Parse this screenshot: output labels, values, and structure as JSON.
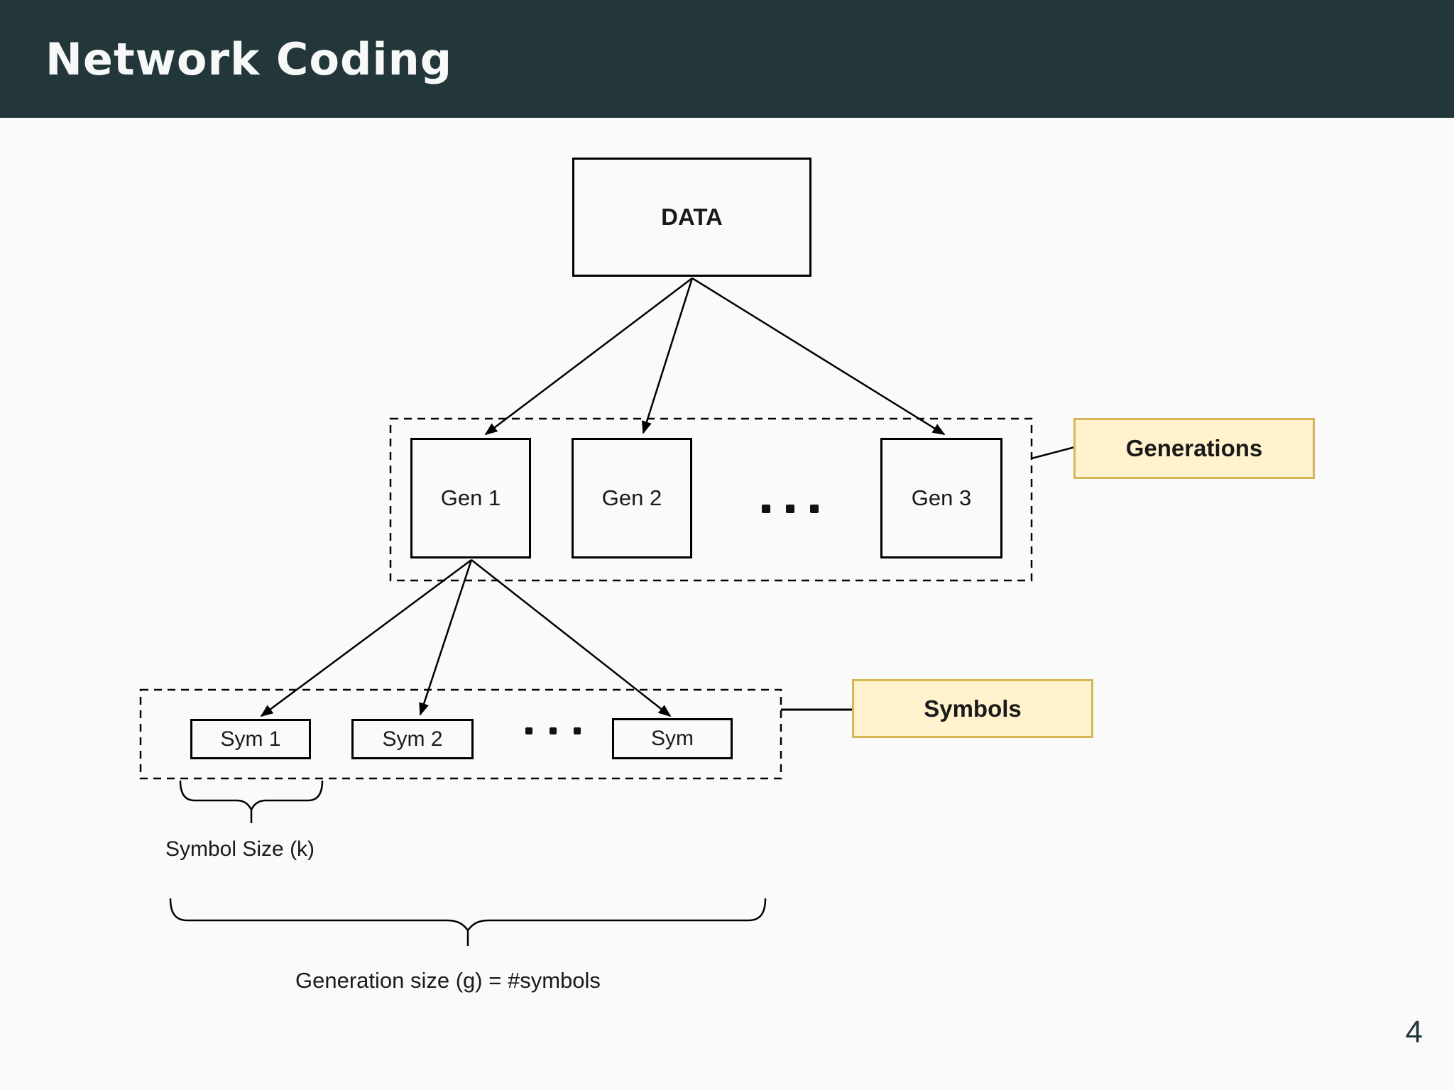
{
  "header": {
    "title": "Network Coding",
    "bg_color": "#23373b",
    "text_color": "#f7f9f9"
  },
  "page_number": "4",
  "colors": {
    "slide_bg": "#fafafa",
    "node_border": "#000000",
    "group_label_fill": "#fff2cc",
    "group_label_border": "#d6b656",
    "diagram_text": "#1a1a1a"
  },
  "diagram": {
    "data_box": {
      "label": "DATA"
    },
    "generations": {
      "group_label": "Generations",
      "boxes": [
        {
          "label": "Gen 1"
        },
        {
          "label": "Gen 2"
        },
        {
          "label": "Gen 3"
        }
      ],
      "ellipsis": "..."
    },
    "symbols": {
      "group_label": "Symbols",
      "boxes": [
        {
          "label": "Sym 1"
        },
        {
          "label": "Sym 2"
        },
        {
          "label": "Sym"
        }
      ],
      "ellipsis": "..."
    },
    "captions": {
      "symbol_size": "Symbol Size (k)",
      "generation_size": "Generation size (g) = #symbols"
    }
  }
}
